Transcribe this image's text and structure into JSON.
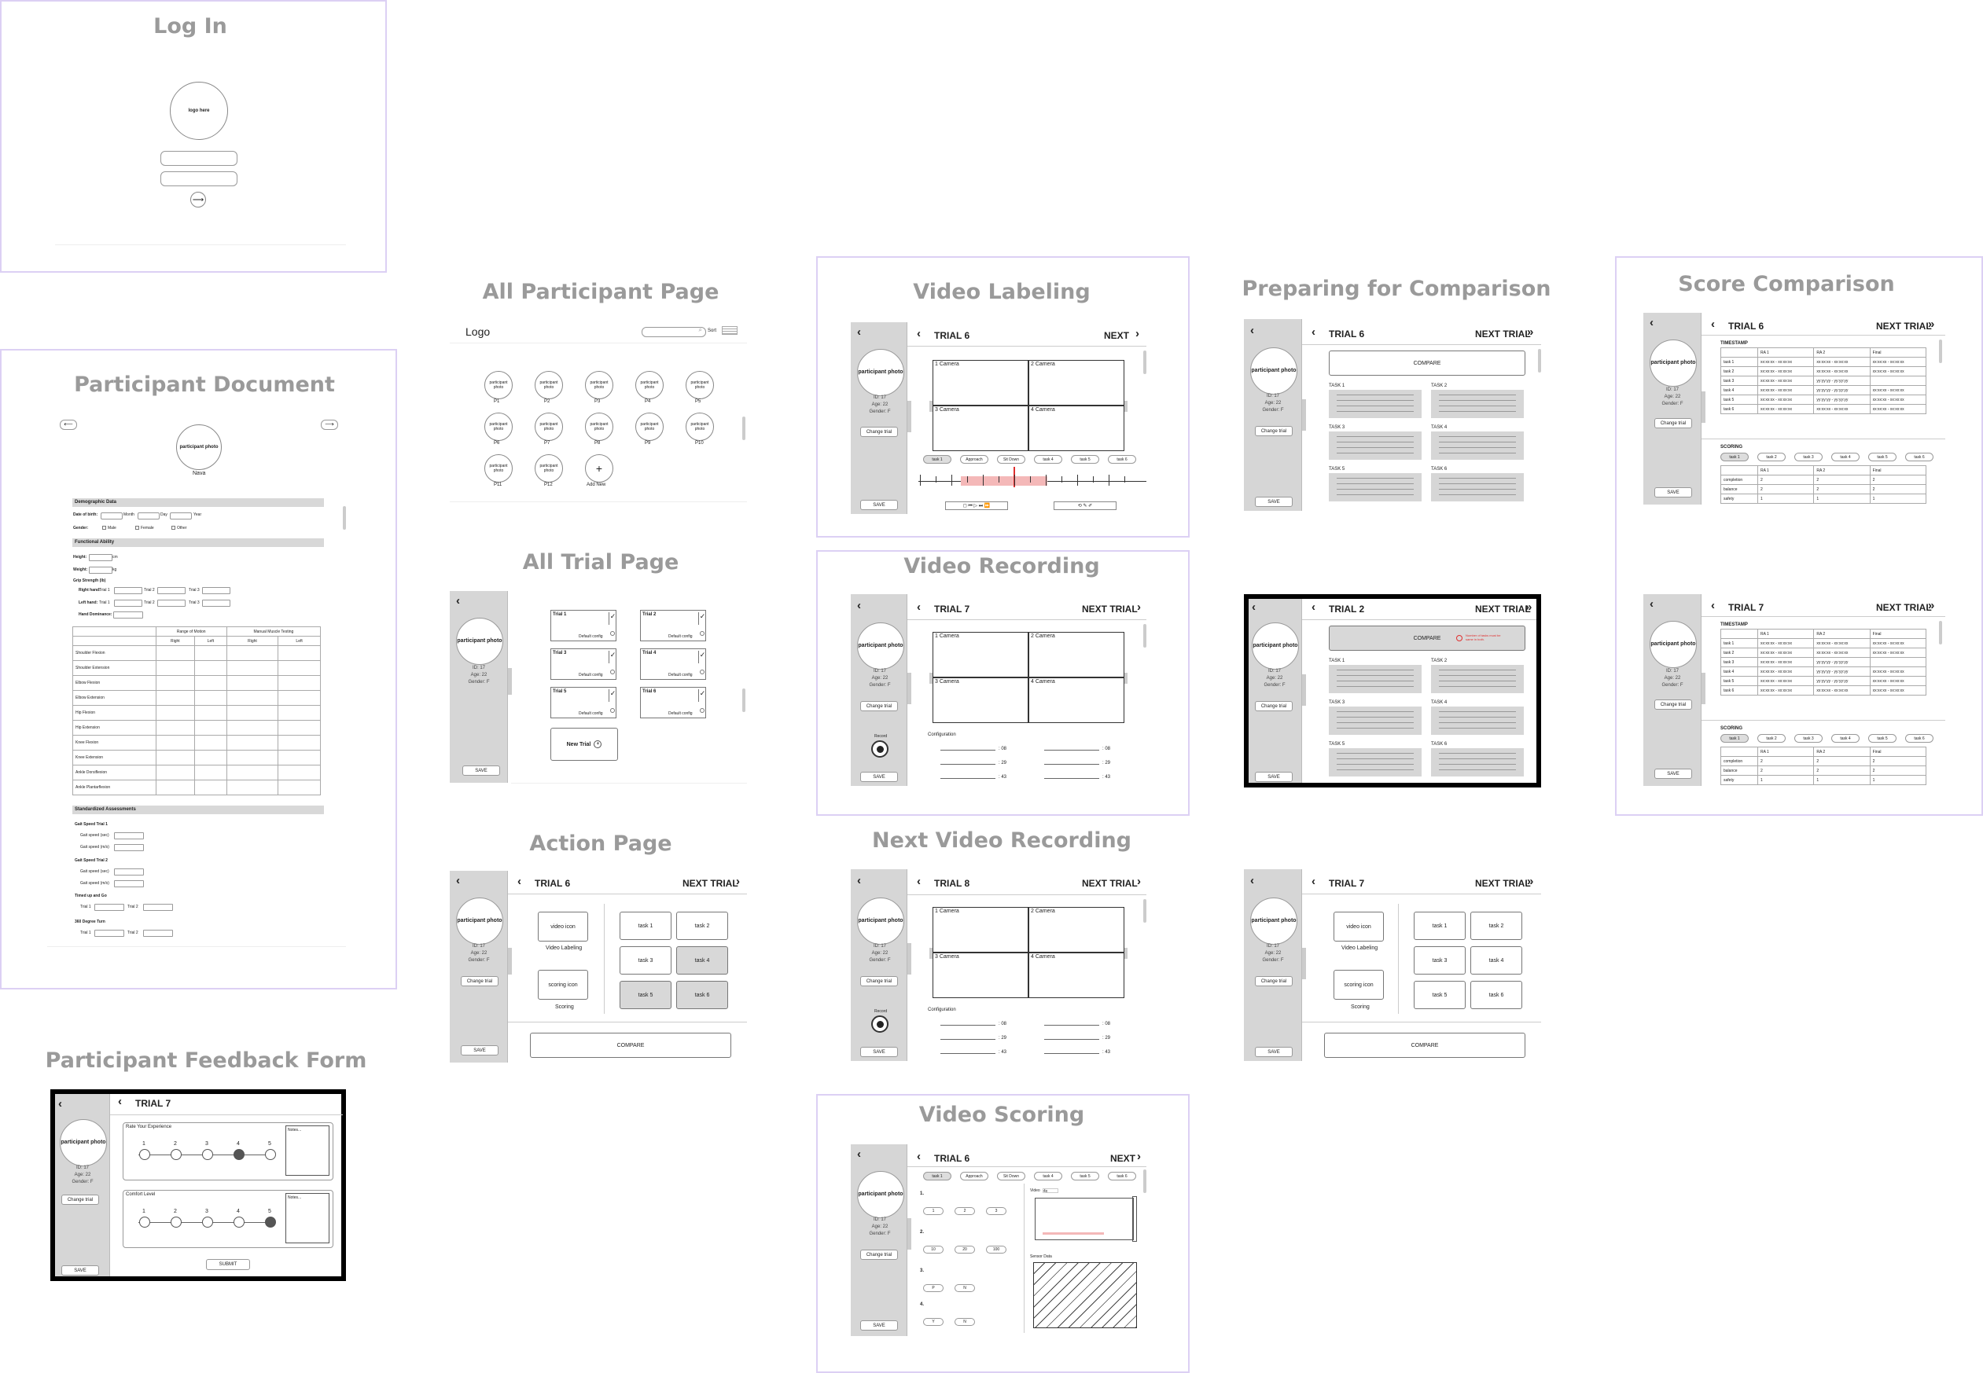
{
  "titles": {
    "login": "Log In",
    "participant_document": "Participant Document",
    "all_participant": "All Participant Page",
    "all_trial": "All Trial Page",
    "action": "Action Page",
    "video_labeling": "Video Labeling",
    "video_recording": "Video Recording",
    "next_video_recording": "Next Video Recording",
    "video_scoring": "Video Scoring",
    "preparing": "Preparing for Comparison",
    "score_comparison": "Score Comparison",
    "feedback": "Participant Feedback Form"
  },
  "login": {
    "logo": "logo here",
    "submit_icon": "arrow-right-icon"
  },
  "sidebar": {
    "photo": "participant photo",
    "id": "ID: 17",
    "age": "Age: 22",
    "gender": "Gender: F",
    "change": "Change trial",
    "save": "SAVE",
    "record_label": "Record"
  },
  "participant_doc": {
    "photo": "participant photo",
    "name": "Nava",
    "demographic": "Demographic Data",
    "dob": "Date of birth:",
    "month": "Month",
    "day": "Day",
    "year": "Year",
    "gender": "Gender:",
    "male": "Male",
    "female": "Female",
    "other": "Other",
    "functional": "Functional Ability",
    "height": "Height:",
    "height_unit": "cm",
    "weight": "Weight:",
    "weight_unit": "kg",
    "grip": "Grip Strength (lb)",
    "right_hand": "Right hand:",
    "left_hand": "Left hand:",
    "trial1": "Trial 1",
    "trial2": "Trial 2",
    "trial3": "Trial 3",
    "dominance": "Hand Dominance:",
    "rom": "Range of Motion",
    "mmt": "Manual Muscle Testing",
    "right": "Right",
    "left": "Left",
    "movements": [
      "Shoulder Flexion",
      "Shoulder Extension",
      "Elbow Flexion",
      "Elbow Extension",
      "Hip Flexion",
      "Hip Extension",
      "Knee Flexion",
      "Knee Extension",
      "Ankle Dorsiflexion",
      "Ankle Plantarflexion"
    ],
    "standardized": "Standardized Assessments",
    "gait1": "Gait Speed Trial 1",
    "gait2": "Gait Speed Trial 2",
    "gait_sec": "Gait speed (sec)",
    "gait_ms": "Gait speed (m/s)",
    "tug": "Timed up and Go",
    "tug_t1": "Trial 1",
    "tug_t2": "Trial 2",
    "turn": "360 Degree Turn",
    "turn_t1": "Trial 1",
    "turn_t2": "Trial 2"
  },
  "all_participant": {
    "logo": "Logo",
    "sort": "Sort",
    "photo": "participant photo",
    "participants": [
      "P1",
      "P2",
      "P3",
      "P4",
      "P5",
      "P6",
      "P7",
      "P8",
      "P9",
      "P10",
      "P11",
      "P12"
    ],
    "add": "Add New"
  },
  "all_trial": {
    "trials": [
      "Trial 1",
      "Trial 2",
      "Trial 3",
      "Trial 4",
      "Trial 5",
      "Trial 6"
    ],
    "default": "Default config",
    "new": "New Trial"
  },
  "action": {
    "trial": "TRIAL 6",
    "next": "NEXT TRIAL",
    "video_icon": "video icon",
    "video_label": "Video Labeling",
    "scoring_icon": "scoring icon",
    "scoring_label": "Scoring",
    "tasks": [
      "task 1",
      "task 2",
      "task 3",
      "task 4",
      "task 5",
      "task 6"
    ],
    "compare": "COMPARE"
  },
  "labeling": {
    "trial": "TRIAL 6",
    "next": "NEXT",
    "cams": [
      "1 Camera",
      "2 Camera",
      "3 Camera",
      "4 Camera"
    ],
    "pills": [
      "task 1",
      "Approach",
      "Sit Down",
      "task 4",
      "task 5",
      "task 6"
    ]
  },
  "recording": {
    "trial": "TRIAL 7",
    "next": "NEXT TRIAL",
    "cams": [
      "1 Camera",
      "2 Camera",
      "3 Camera",
      "4 Camera"
    ],
    "config": "Configuration",
    "vals": [
      ": 08",
      ": 29",
      ": 43"
    ]
  },
  "next_recording": {
    "trial": "TRIAL 8",
    "next": "NEXT TRIAL",
    "cams": [
      "1 Camera",
      "2 Camera",
      "3 Camera",
      "4 Camera"
    ],
    "config": "Configuration",
    "vals": [
      ": 08",
      ": 29",
      ": 43"
    ]
  },
  "scoring": {
    "trial": "TRIAL 6",
    "next": "NEXT",
    "pills": [
      "task 1",
      "Approach",
      "Sit Down",
      "task 4",
      "task 5",
      "task 6"
    ],
    "q": [
      "1.",
      "2.",
      "3.",
      "4."
    ],
    "q1": [
      "1",
      "2",
      "3"
    ],
    "q2": [
      "10",
      "20",
      "100"
    ],
    "q3": [
      "P",
      "N"
    ],
    "q4": [
      "Y",
      "N"
    ],
    "video": "Video",
    "sensor": "Sensor Data"
  },
  "preparing": {
    "trial1": "TRIAL 6",
    "trial2": "TRIAL 2",
    "trial3": "TRIAL 7",
    "next": "NEXT TRIAL",
    "compare": "COMPARE",
    "error": "Number of tasks must be same in both.",
    "tasks": [
      "TASK 1",
      "TASK 2",
      "TASK 3",
      "TASK 4",
      "TASK 5",
      "TASK 6"
    ],
    "video_icon": "video icon",
    "video_label": "Video Labeling",
    "scoring_icon": "scoring icon",
    "scoring_label": "Scoring",
    "task_btns": [
      "task 1",
      "task 2",
      "task 3",
      "task 4",
      "task 5",
      "task 6"
    ]
  },
  "score_comparison": {
    "trial_a": "TRIAL 6",
    "trial_b": "TRIAL 7",
    "next": "NEXT TRIAL",
    "timestamp": "TIMESTAMP",
    "cols": [
      "RA 1",
      "RA 2",
      "Final"
    ],
    "rows": [
      "task 1",
      "task 2",
      "task 3",
      "task 4",
      "task 5",
      "task 6"
    ],
    "cell_a": "xx:xx:xx - xx:xx:xx",
    "cell_b": "yy:yy:yy - yy:yy:yy",
    "scoring": "SCORING",
    "pills": [
      "task 1",
      "task 2",
      "task 3",
      "task 4",
      "task 5",
      "task 6"
    ],
    "srows": [
      "completion",
      "balance",
      "safety"
    ],
    "sval": "2",
    "sval2": "1"
  },
  "feedback": {
    "trial": "TRIAL 7",
    "rate": "Rate Your Experience",
    "comfort": "Comfort Level",
    "notes": "Notes...",
    "scale": [
      "1",
      "2",
      "3",
      "4",
      "5"
    ],
    "submit": "SUBMIT",
    "rate_selected": 4,
    "comfort_selected": 5
  }
}
